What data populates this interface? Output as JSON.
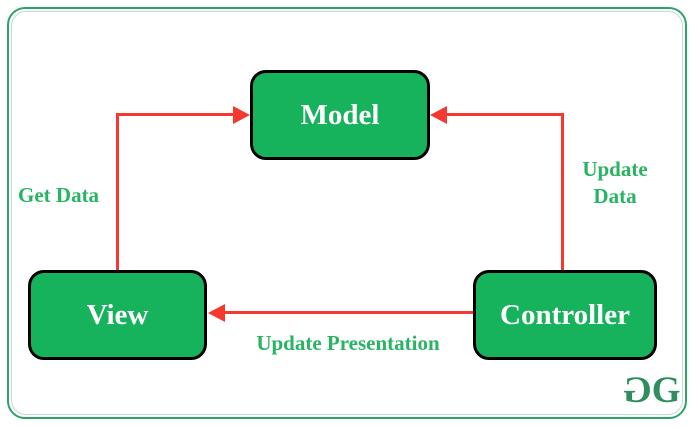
{
  "nodes": {
    "model": {
      "label": "Model"
    },
    "view": {
      "label": "View"
    },
    "controller": {
      "label": "Controller"
    }
  },
  "edges": {
    "get_data": {
      "label": "Get Data"
    },
    "update_data": {
      "label": "Update Data",
      "line1": "Update",
      "line2": "Data"
    },
    "update_presentation": {
      "label": "Update Presentation"
    }
  },
  "logo": {
    "text": "GG",
    "g1": "G",
    "g2": "G"
  },
  "colors": {
    "node_fill": "#17b25c",
    "arrow": "#f4392e",
    "label": "#28b463",
    "logo": "#2f8d5e",
    "frame": "#2ea269",
    "frame_inner": "#c2dccd"
  }
}
